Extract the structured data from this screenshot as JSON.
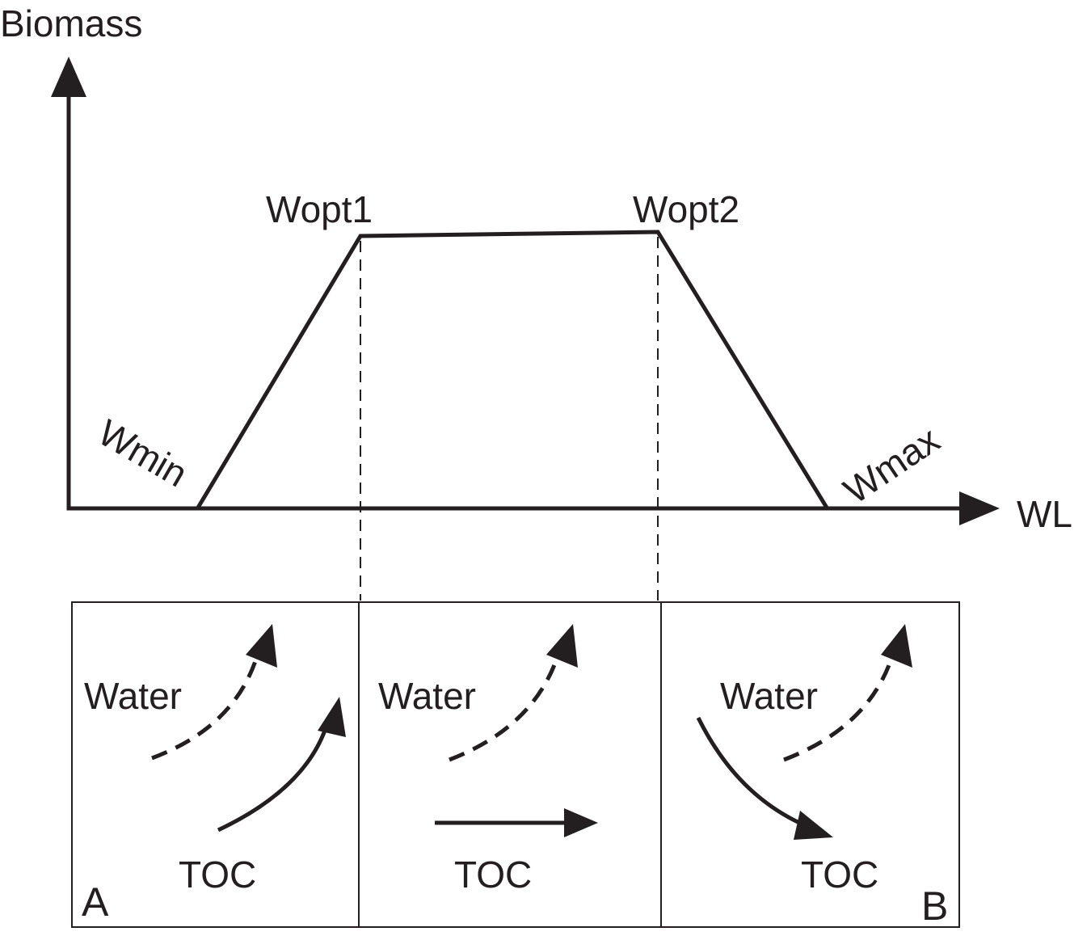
{
  "axes": {
    "y_label": "Biomass",
    "x_label": "WL"
  },
  "curve_points": {
    "wmin": "Wmin",
    "wopt1": "Wopt1",
    "wopt2": "Wopt2",
    "wmax": "Wmax"
  },
  "panels": [
    {
      "water_label": "Water",
      "toc_label": "TOC",
      "corner_label": "A"
    },
    {
      "water_label": "Water",
      "toc_label": "TOC",
      "corner_label": ""
    },
    {
      "water_label": "Water",
      "toc_label": "TOC",
      "corner_label": "B"
    }
  ],
  "colors": {
    "ink": "#231f20",
    "background": "#ffffff"
  }
}
